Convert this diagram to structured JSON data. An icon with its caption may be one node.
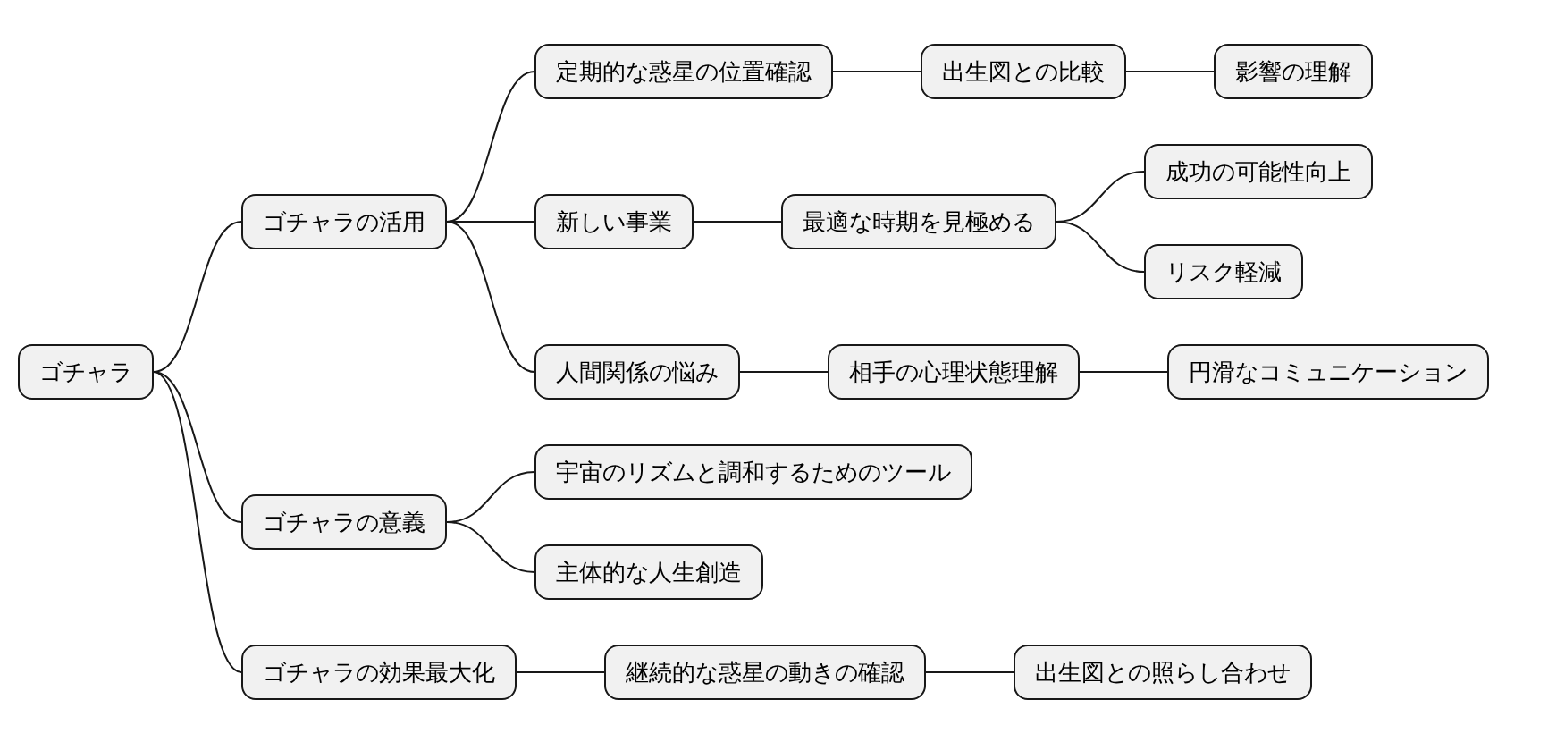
{
  "diagram": {
    "nodes": [
      {
        "text": [
          "ゴチャラ"
        ]
      },
      {
        "text": [
          "ゴチャラの活用"
        ]
      },
      {
        "text": [
          "定期的な惑星の位置確認"
        ]
      },
      {
        "text": [
          "出生図との比較"
        ]
      },
      {
        "text": [
          "影響の理解"
        ]
      },
      {
        "text": [
          "新しい事業"
        ]
      },
      {
        "text": [
          "最適な時期を見極める"
        ]
      },
      {
        "text": [
          "成功の可能性向上"
        ]
      },
      {
        "text": [
          "リスク軽減"
        ]
      },
      {
        "text": [
          "人間関係の悩み"
        ]
      },
      {
        "text": [
          "相手の心理状態理解"
        ]
      },
      {
        "text": [
          "円滑なコミュニケーション"
        ]
      },
      {
        "text": [
          "ゴチャラの意義"
        ]
      },
      {
        "text": [
          "宇宙のリズムと調和するためのツール"
        ]
      },
      {
        "text": [
          "主体的な人生創造"
        ]
      },
      {
        "text": [
          "ゴチャラの効果最大化"
        ]
      },
      {
        "text": [
          "継続的な惑星の動きの確認"
        ]
      },
      {
        "text": [
          "出生図との照らし合わせ"
        ]
      }
    ],
    "edges": [
      {
        "from": 0,
        "to": 1,
        "arrow": "none"
      },
      {
        "from": 1,
        "to": 2,
        "arrow": "none"
      },
      {
        "from": 2,
        "to": 3,
        "arrow": "none"
      },
      {
        "from": 3,
        "to": 4,
        "arrow": "none"
      },
      {
        "from": 1,
        "to": 5,
        "arrow": "none"
      },
      {
        "from": 5,
        "to": 6,
        "arrow": "none"
      },
      {
        "from": 6,
        "to": 7,
        "arrow": "none"
      },
      {
        "from": 6,
        "to": 8,
        "arrow": "none"
      },
      {
        "from": 1,
        "to": 9,
        "arrow": "none"
      },
      {
        "from": 9,
        "to": 10,
        "arrow": "none"
      },
      {
        "from": 10,
        "to": 11,
        "arrow": "none"
      },
      {
        "from": 0,
        "to": 12,
        "arrow": "none"
      },
      {
        "from": 12,
        "to": 13,
        "arrow": "none"
      },
      {
        "from": 12,
        "to": 14,
        "arrow": "none"
      },
      {
        "from": 0,
        "to": 15,
        "arrow": "none"
      },
      {
        "from": 15,
        "to": 16,
        "arrow": "none"
      },
      {
        "from": 16,
        "to": 17,
        "arrow": "none"
      }
    ]
  }
}
